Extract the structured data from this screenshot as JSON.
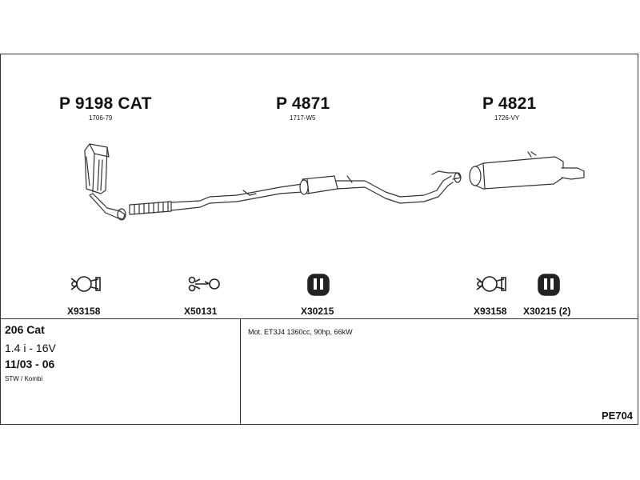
{
  "parts": [
    {
      "number": "P 9198 CAT",
      "code": "1706-79"
    },
    {
      "number": "P 4871",
      "code": "1717-W5"
    },
    {
      "number": "P 4821",
      "code": "1726-VY"
    }
  ],
  "accessories": [
    {
      "code": "X93158",
      "icon": "clamp-icon"
    },
    {
      "code": "X50131",
      "icon": "bolt-clamp-icon"
    },
    {
      "code": "X30215",
      "icon": "rubber-hanger-icon"
    },
    {
      "code": "X93158",
      "icon": "clamp-icon"
    },
    {
      "code": "X30215 (2)",
      "icon": "rubber-hanger-icon"
    }
  ],
  "vehicle": {
    "model": "206 Cat",
    "engine": "1.4 i - 16V",
    "years": "11/03 - 06",
    "body": "STW / Kombi"
  },
  "engine_note": "Mot. ET3J4 1360cc, 90hp, 66kW",
  "diagram_code": "PE704",
  "colors": {
    "line": "#333333",
    "fill": "#ffffff"
  }
}
